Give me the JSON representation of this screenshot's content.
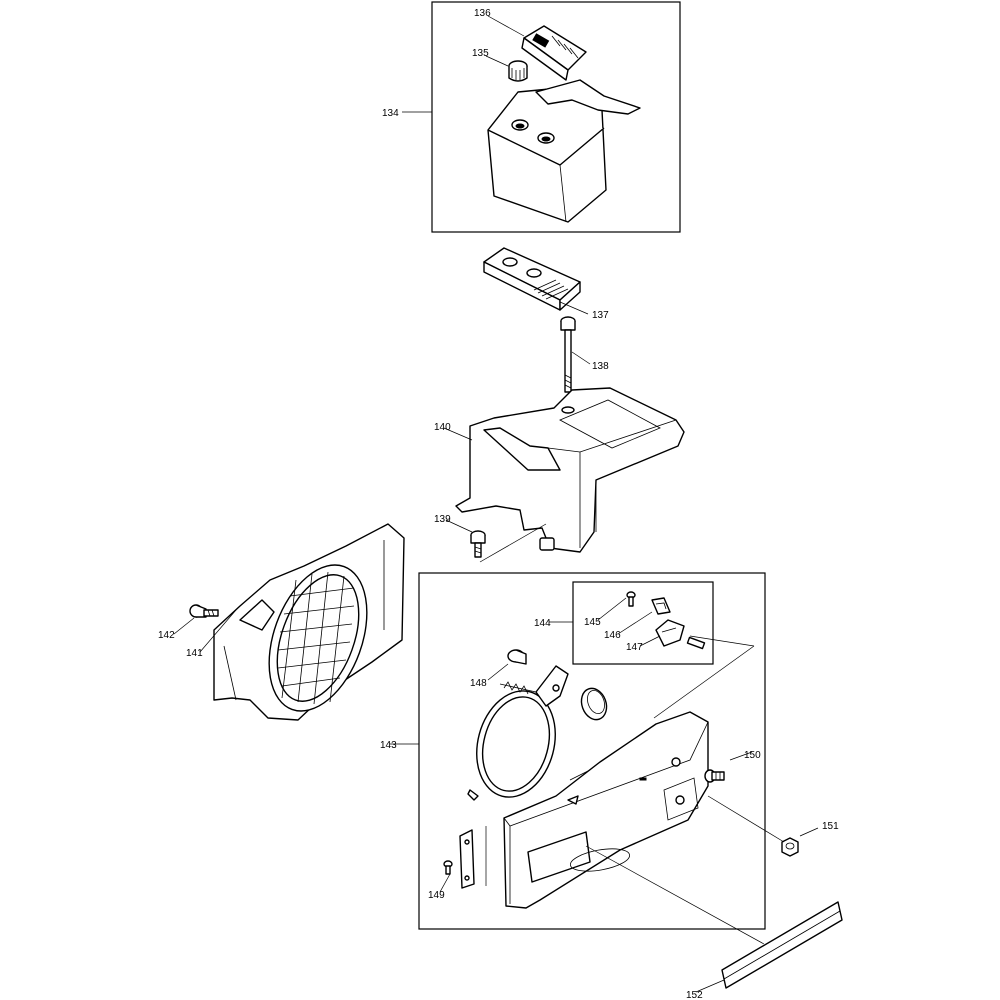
{
  "callouts": {
    "c134": "134",
    "c135": "135",
    "c136": "136",
    "c137": "137",
    "c138": "138",
    "c139": "139",
    "c140": "140",
    "c141": "141",
    "c142": "142",
    "c143": "143",
    "c144": "144",
    "c145": "145",
    "c146": "146",
    "c147": "147",
    "c148": "148",
    "c149": "149",
    "c150": "150",
    "c151": "151",
    "c152": "152"
  }
}
